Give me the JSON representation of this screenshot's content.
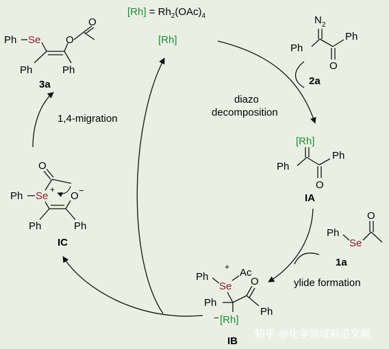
{
  "catalyst_note": {
    "rh": "[Rh]",
    "rest": " = Rh",
    "sub2": "2",
    "oac": "(OAc)",
    "sub4": "4"
  },
  "catalyst": "[Rh]",
  "labels": {
    "se": "Se",
    "ph": "Ph",
    "o": "O",
    "n2": "N",
    "n2_sub": "2",
    "rh": "[Rh]",
    "ac": "Ac",
    "plus": "+",
    "minus": "−"
  },
  "compounds": {
    "p3a": "3a",
    "r2a": "2a",
    "ia": "IA",
    "r1a": "1a",
    "ib": "IB",
    "ic": "IC"
  },
  "steps": {
    "diazo_line1": "diazo",
    "diazo_line2": "decomposition",
    "ylide": "ylide formation",
    "migration": "1,4-migration"
  },
  "watermark": "知乎 @化学领域前沿文献",
  "colors": {
    "rh_green": "#1f8a3a",
    "se_red": "#8b1a2b",
    "ink": "#111111",
    "background": "#e9f0e3",
    "watermark": "#ffffff"
  }
}
